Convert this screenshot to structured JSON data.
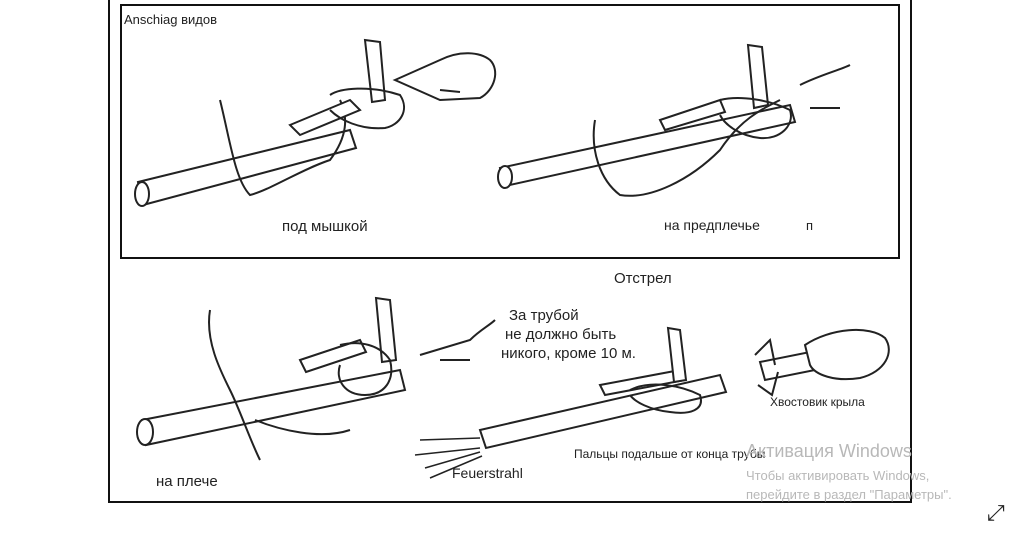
{
  "labels": {
    "header": "Anschiag видов",
    "under_arm": "под мышкой",
    "forearm": "на предплечье",
    "forearm_suffix": "п",
    "backblast": "Отстрел",
    "warning_line1": "За трубой",
    "warning_line2": "не должно быть",
    "warning_line3": "никого, кроме 10 м.",
    "shoulder": "на плече",
    "fin": "Хвостовик крыла",
    "fingers": "Пальцы подальше от конца трубы",
    "feuerstrahl": "Feuerstrahl"
  },
  "watermark": {
    "title": "Активация Windows",
    "line1": "Чтобы активировать Windows,",
    "line2": "перейдите в раздел \"Параметры\"."
  },
  "icons": {
    "expand": "expand-icon"
  }
}
